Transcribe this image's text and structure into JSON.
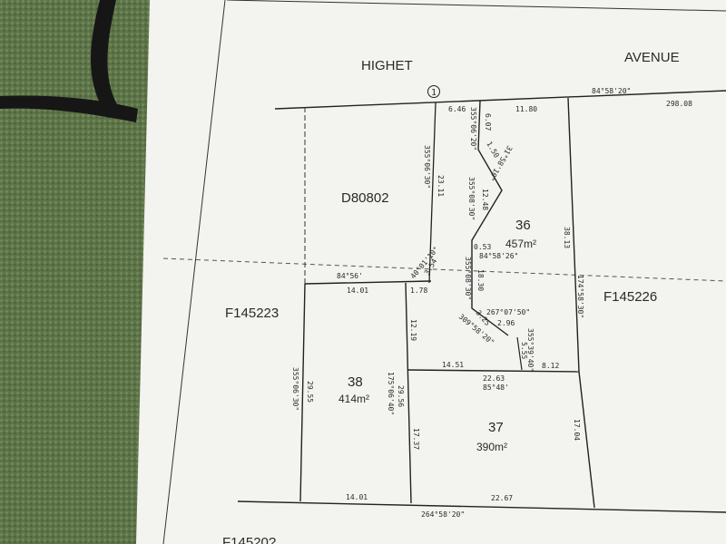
{
  "streets": {
    "left": "HIGHET",
    "right": "AVENUE"
  },
  "marker": "1",
  "lots": {
    "d80802": {
      "id": "D80802"
    },
    "f145223": {
      "id": "F145223"
    },
    "f145226": {
      "id": "F145226"
    },
    "f145bottom": {
      "id": "F14520?"
    },
    "lot36": {
      "num": "36",
      "area": "457m²"
    },
    "lot38": {
      "num": "38",
      "area": "414m²"
    },
    "lot37": {
      "num": "37",
      "area": "390m²"
    }
  },
  "measurements": {
    "top_bearing": "84°58'20\"",
    "top_right_dist": "298.08",
    "top_6_46": "6.46",
    "top_11_80": "11.80",
    "d_6_07": "6.07",
    "d_355_06_20": "355°06'20\"",
    "d_1_50": "1.50",
    "d_31_58_10": "31°58'10\"",
    "d_12_48": "12.48",
    "d_355_08_30": "355°08'30\"",
    "d_0_53": "0.53",
    "d_84_58_26": "84°58'26\"",
    "d_18_30": "18.30",
    "d_355_08_30b": "355°08'30\"",
    "d_38_13": "38.13",
    "d_174_58_30": "174°58'30\"",
    "left_355_06_30": "355°06'30\"",
    "left_23_11": "23.11",
    "mid_84_56": "84°56'",
    "mid_40_01_10": "40°01'10\"",
    "mid_3_54": "3.54",
    "mid_14_01": "14.01",
    "mid_1_78": "1.78",
    "mid_12_19": "12.19",
    "s_267_07_50": "267°07'50\"",
    "s_2_96": "2.96",
    "s_3_25": "3.25",
    "s_309_58_20": "309°58'20\"",
    "s_355_39_40": "355°39'40\"",
    "s_5_55": "5.55",
    "s_8_12": "8.12",
    "s_14_51": "14.51",
    "s_22_63": "22.63",
    "s_85_48": "85°48'",
    "lot38_left_bearing": "355°06'30\"",
    "lot38_left_dist": "29.55",
    "lot38_right_dist": "29.56",
    "lot38_right_bearing": "175°06'40\"",
    "lot38_17_37": "17.37",
    "lot37_17_04": "17.04",
    "bottom_14_01": "14.01",
    "bottom_22_67": "22.67",
    "bottom_bearing": "264°58'20\""
  },
  "colors": {
    "carpet": "#5d7448",
    "paper": "#f3f3f0",
    "ink": "#2a2a2a",
    "strap": "#161616"
  }
}
